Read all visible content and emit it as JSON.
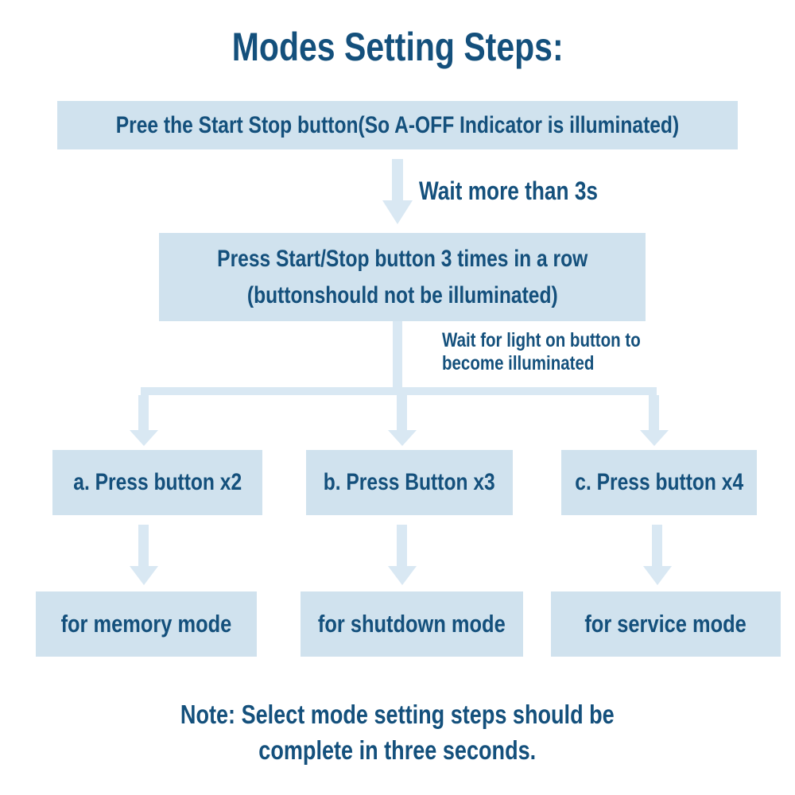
{
  "colors": {
    "text": "#14507c",
    "box_bg": "#d0e2ee",
    "connector": "#d9e8f3"
  },
  "title": "Modes Setting Steps:",
  "flow": {
    "step1": "Pree the Start Stop button(So A-OFF Indicator is illuminated)",
    "wait1": "Wait more than 3s",
    "step2_line1": "Press Start/Stop button 3 times in a row",
    "step2_line2": "(buttonshould not be illuminated)",
    "wait2_line1": "Wait for light on button to",
    "wait2_line2": "become illuminated",
    "branches": [
      {
        "action": "a. Press button x2",
        "result": "for memory mode"
      },
      {
        "action": "b. Press Button x3",
        "result": "for shutdown mode"
      },
      {
        "action": "c. Press button x4",
        "result": "for service mode"
      }
    ],
    "note_line1": "Note: Select mode setting steps should be",
    "note_line2": "complete in three seconds."
  }
}
